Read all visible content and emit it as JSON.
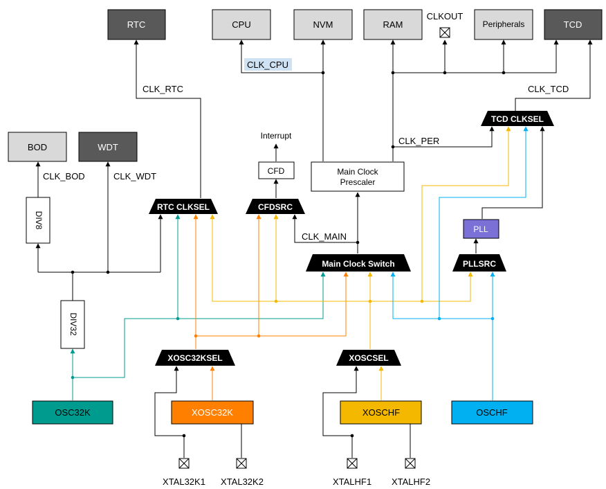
{
  "colors": {
    "dark": "#595959",
    "light": "#d9d9d9",
    "osc32k": "#009b8f",
    "xosc32k": "#ff8000",
    "xoschf": "#f5b800",
    "oschf": "#00b0f0",
    "pll": "#7a70d6",
    "line": "#000000",
    "highlight": "#cfe2f3"
  },
  "top_blocks": {
    "rtc": "RTC",
    "cpu": "CPU",
    "nvm": "NVM",
    "ram": "RAM",
    "peripherals": "Peripherals",
    "tcd": "TCD",
    "clkout": "CLKOUT"
  },
  "side_blocks": {
    "bod": "BOD",
    "wdt": "WDT",
    "div8": "DIV8",
    "div32": "DIV32",
    "cfd": "CFD",
    "interrupt": "Interrupt",
    "prescaler_line1": "Main Clock",
    "prescaler_line2": "Prescaler",
    "pll": "PLL"
  },
  "muxes": {
    "rtc_clksel": "RTC CLKSEL",
    "cfdsrc": "CFDSRC",
    "main_switch": "Main Clock Switch",
    "pllsrc": "PLLSRC",
    "tcd_clksel": "TCD CLKSEL",
    "xosc32ksel": "XOSC32KSEL",
    "xoscsel": "XOSCSEL"
  },
  "oscillators": {
    "osc32k": "OSC32K",
    "xosc32k": "XOSC32K",
    "xoschf": "XOSCHF",
    "oschf": "OSCHF"
  },
  "signals": {
    "clk_rtc": "CLK_RTC",
    "clk_cpu": "CLK_CPU",
    "clk_per": "CLK_PER",
    "clk_tcd": "CLK_TCD",
    "clk_bod": "CLK_BOD",
    "clk_wdt": "CLK_WDT",
    "clk_main": "CLK_MAIN"
  },
  "pins": {
    "xtal32k1": "XTAL32K1",
    "xtal32k2": "XTAL32K2",
    "xtalhf1": "XTALHF1",
    "xtalhf2": "XTALHF2"
  }
}
